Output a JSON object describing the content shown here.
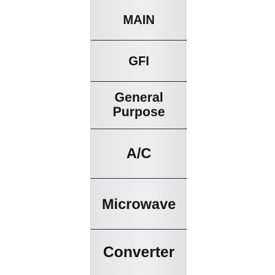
{
  "labels": [
    {
      "text": "MAIN"
    },
    {
      "text": "GFI"
    },
    {
      "line1": "General",
      "line2": "Purpose"
    },
    {
      "text": "A/C"
    },
    {
      "text": "Microwave"
    },
    {
      "text": "Converter"
    }
  ],
  "colors": {
    "background": "#ffffff",
    "strip": "#ececec",
    "text": "#151515",
    "divider": "#3a3a5a"
  }
}
